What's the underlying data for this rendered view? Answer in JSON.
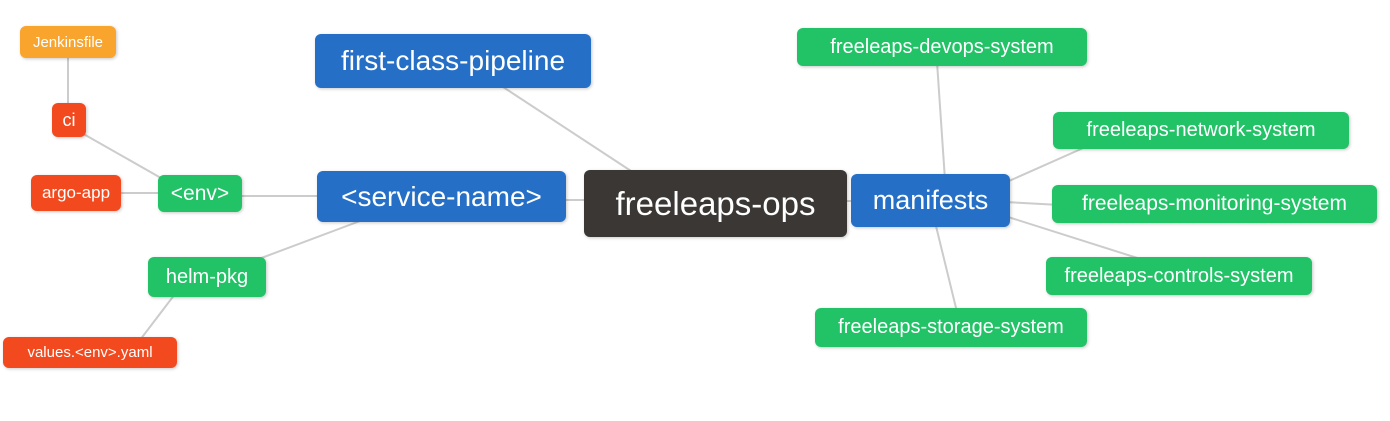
{
  "diagram": {
    "type": "mindmap",
    "root_id": "freeleaps-ops",
    "palette": {
      "root_bg": "#3b3735",
      "primary_bg": "#2570c6",
      "green_bg": "#22c267",
      "red_bg": "#f24a1e",
      "orange_bg": "#f9a42c",
      "edge": "#cccccc",
      "text": "#ffffff",
      "canvas": "#ffffff"
    },
    "nodes": [
      {
        "id": "jenkinsfile",
        "label": "Jenkinsfile",
        "color_role": "orange"
      },
      {
        "id": "ci",
        "label": "ci",
        "color_role": "red"
      },
      {
        "id": "argo-app",
        "label": "argo-app",
        "color_role": "red"
      },
      {
        "id": "env",
        "label": "<env>",
        "color_role": "green"
      },
      {
        "id": "first-class-pipeline",
        "label": "first-class-pipeline",
        "color_role": "blue"
      },
      {
        "id": "service-name",
        "label": "<service-name>",
        "color_role": "blue"
      },
      {
        "id": "helm-pkg",
        "label": "helm-pkg",
        "color_role": "green"
      },
      {
        "id": "values-env-yaml",
        "label": "values.<env>.yaml",
        "color_role": "red"
      },
      {
        "id": "freeleaps-ops",
        "label": "freeleaps-ops",
        "color_role": "root"
      },
      {
        "id": "manifests",
        "label": "manifests",
        "color_role": "blue"
      },
      {
        "id": "freeleaps-devops-system",
        "label": "freeleaps-devops-system",
        "color_role": "green"
      },
      {
        "id": "freeleaps-network-system",
        "label": "freeleaps-network-system",
        "color_role": "green"
      },
      {
        "id": "freeleaps-monitoring-system",
        "label": "freeleaps-monitoring-system",
        "color_role": "green"
      },
      {
        "id": "freeleaps-controls-system",
        "label": "freeleaps-controls-system",
        "color_role": "green"
      },
      {
        "id": "freeleaps-storage-system",
        "label": "freeleaps-storage-system",
        "color_role": "green"
      }
    ],
    "edges": [
      {
        "from": "jenkinsfile",
        "to": "ci"
      },
      {
        "from": "ci",
        "to": "env"
      },
      {
        "from": "argo-app",
        "to": "env"
      },
      {
        "from": "env",
        "to": "service-name"
      },
      {
        "from": "helm-pkg",
        "to": "service-name"
      },
      {
        "from": "values-env-yaml",
        "to": "helm-pkg"
      },
      {
        "from": "first-class-pipeline",
        "to": "freeleaps-ops"
      },
      {
        "from": "service-name",
        "to": "freeleaps-ops"
      },
      {
        "from": "freeleaps-ops",
        "to": "manifests"
      },
      {
        "from": "manifests",
        "to": "freeleaps-devops-system"
      },
      {
        "from": "manifests",
        "to": "freeleaps-network-system"
      },
      {
        "from": "manifests",
        "to": "freeleaps-monitoring-system"
      },
      {
        "from": "manifests",
        "to": "freeleaps-controls-system"
      },
      {
        "from": "manifests",
        "to": "freeleaps-storage-system"
      }
    ]
  }
}
